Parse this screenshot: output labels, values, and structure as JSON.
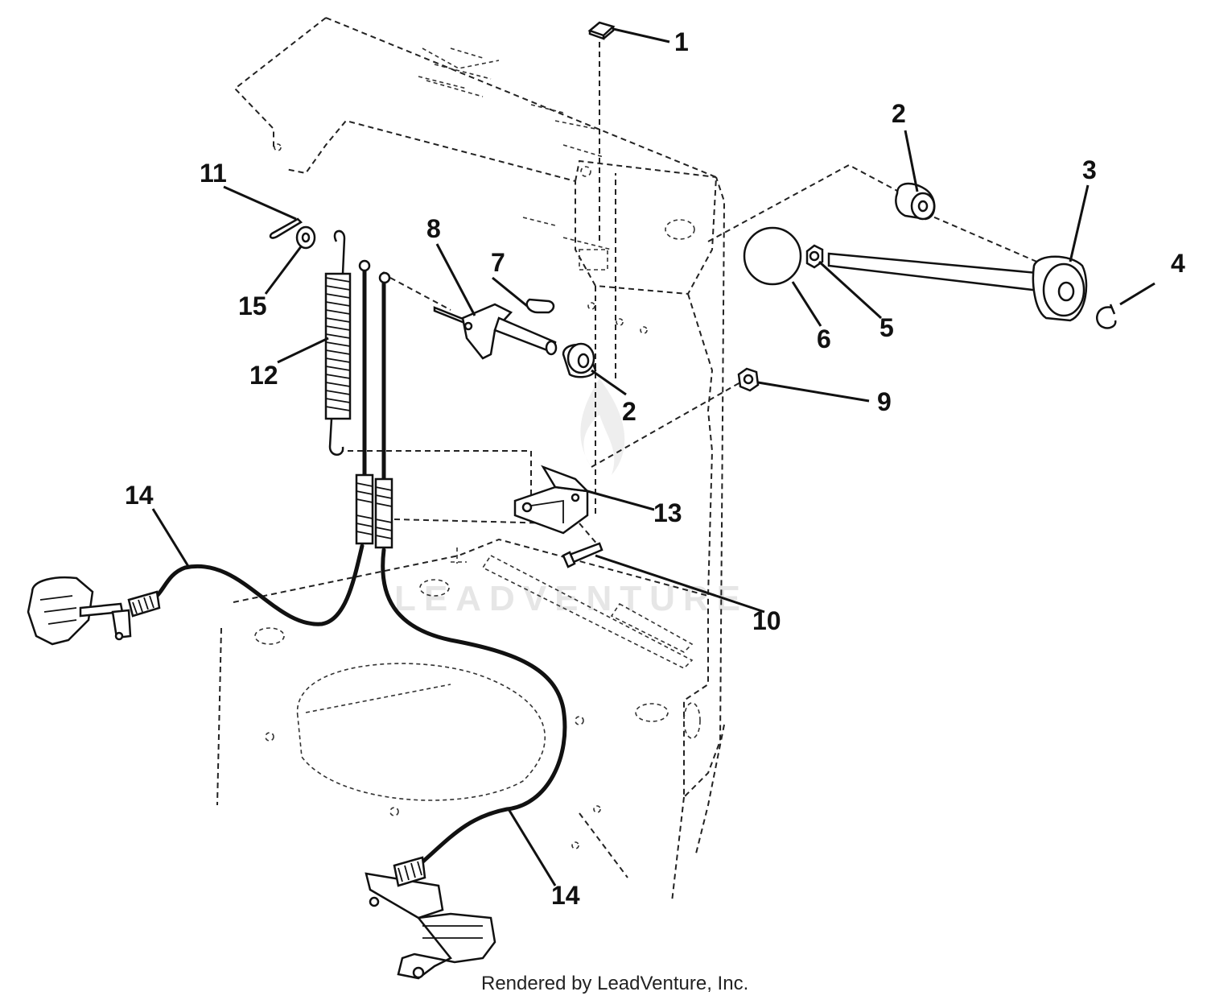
{
  "diagram": {
    "callouts": [
      {
        "id": "c1",
        "label": "1"
      },
      {
        "id": "c2a",
        "label": "2"
      },
      {
        "id": "c3",
        "label": "3"
      },
      {
        "id": "c4",
        "label": "4"
      },
      {
        "id": "c5",
        "label": "5"
      },
      {
        "id": "c6",
        "label": "6"
      },
      {
        "id": "c7",
        "label": "7"
      },
      {
        "id": "c8",
        "label": "8"
      },
      {
        "id": "c2b",
        "label": "2"
      },
      {
        "id": "c9",
        "label": "9"
      },
      {
        "id": "c10",
        "label": "10"
      },
      {
        "id": "c11",
        "label": "11"
      },
      {
        "id": "c12",
        "label": "12"
      },
      {
        "id": "c13",
        "label": "13"
      },
      {
        "id": "c14a",
        "label": "14"
      },
      {
        "id": "c14b",
        "label": "14"
      },
      {
        "id": "c15",
        "label": "15"
      }
    ],
    "watermark": "LEADVENTURE",
    "footer": "Rendered by LeadVenture, Inc."
  }
}
